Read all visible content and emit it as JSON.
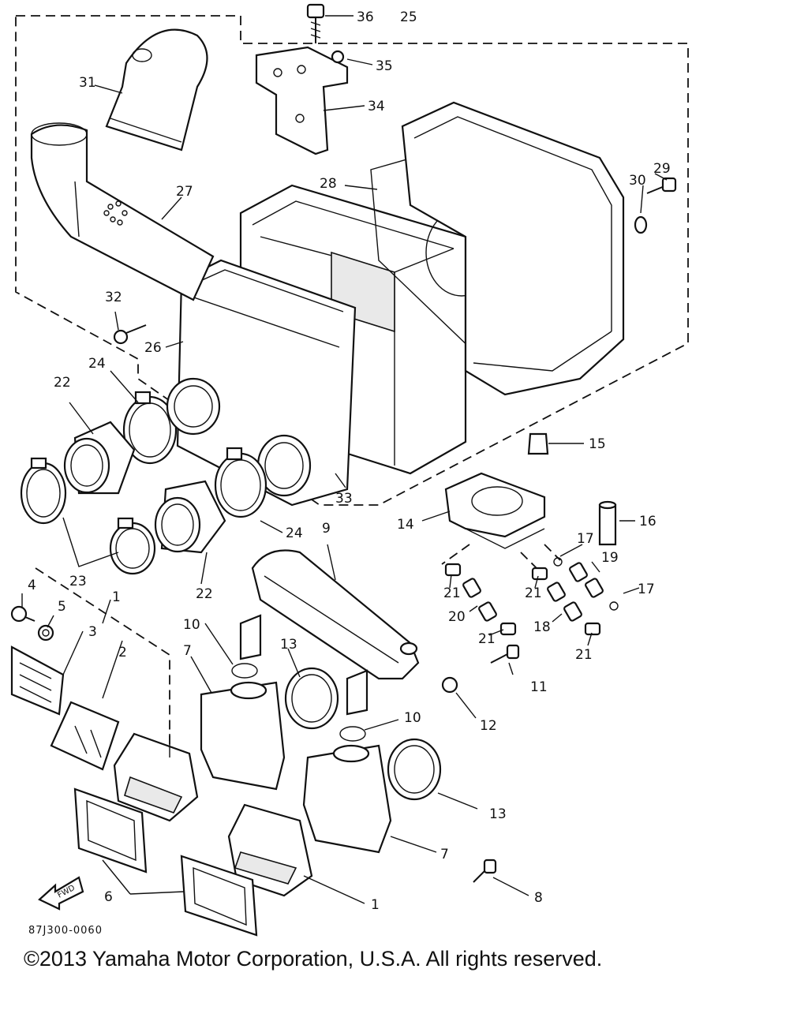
{
  "drawing_code": "87J300-0060",
  "copyright": "©2013 Yamaha Motor Corporation, U.S.A. All rights reserved.",
  "fwd_label": "FWD",
  "callouts": {
    "c36": "36",
    "c25": "25",
    "c35": "35",
    "c34": "34",
    "c31": "31",
    "c27": "27",
    "c28": "28",
    "c30": "30",
    "c29": "29",
    "c32": "32",
    "c26": "26",
    "c24a": "24",
    "c22a": "22",
    "c15": "15",
    "c33": "33",
    "c14": "14",
    "c16": "16",
    "c24b": "24",
    "c9": "9",
    "c17a": "17",
    "c19": "19",
    "c17b": "17",
    "c23": "23",
    "c22b": "22",
    "c21a": "21",
    "c21b": "21",
    "c20": "20",
    "c21c": "21",
    "c18": "18",
    "c21d": "21",
    "c4": "4",
    "c1a": "1",
    "c5": "5",
    "c3": "3",
    "c2": "2",
    "c10a": "10",
    "c13a": "13",
    "c7a": "7",
    "c11": "11",
    "c12": "12",
    "c10b": "10",
    "c13b": "13",
    "c7b": "7",
    "c6": "6",
    "c1b": "1",
    "c8": "8"
  }
}
